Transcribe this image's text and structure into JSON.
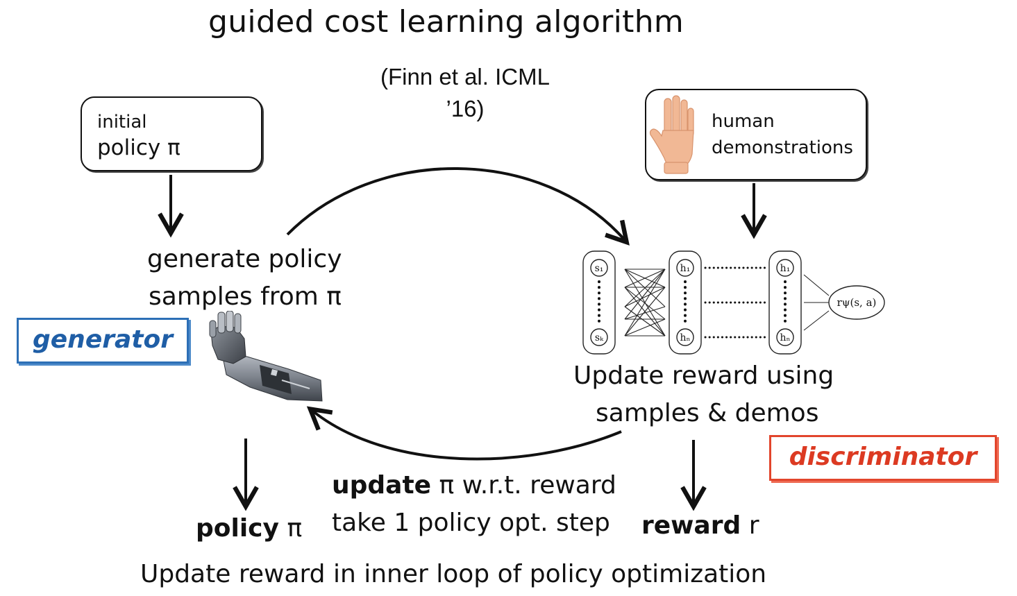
{
  "title": "guided cost learning algorithm",
  "citation": {
    "line1": "(Finn et al. ICML",
    "line2": "’16)"
  },
  "initial_policy": {
    "line1": "initial",
    "line2": "policy π"
  },
  "human_demonstrations": {
    "line1": "human",
    "line2": "demonstrations"
  },
  "generate": {
    "line1": "generate policy",
    "line2": "samples from π"
  },
  "update_reward": {
    "line1": "Update reward using",
    "line2": "samples & demos"
  },
  "generator_label": "generator",
  "discriminator_label": "discriminator",
  "update_policy": {
    "bold": "update",
    "rest": " π w.r.t. reward",
    "line2": "take 1 policy opt. step"
  },
  "policy_output": {
    "bold": "policy",
    "rest": " π"
  },
  "reward_output": {
    "bold": "reward",
    "rest": " r"
  },
  "footer": "Update reward in inner loop of policy optimization",
  "network": {
    "input_top": "s₁",
    "input_bottom": "sₖ",
    "hidden_top": "h₁",
    "hidden_bottom": "hₙ",
    "output": "rψ(s, a)"
  },
  "colors": {
    "generator": "#1f5ea6",
    "discriminator": "#dc3a22",
    "skin": "#f1b895"
  }
}
